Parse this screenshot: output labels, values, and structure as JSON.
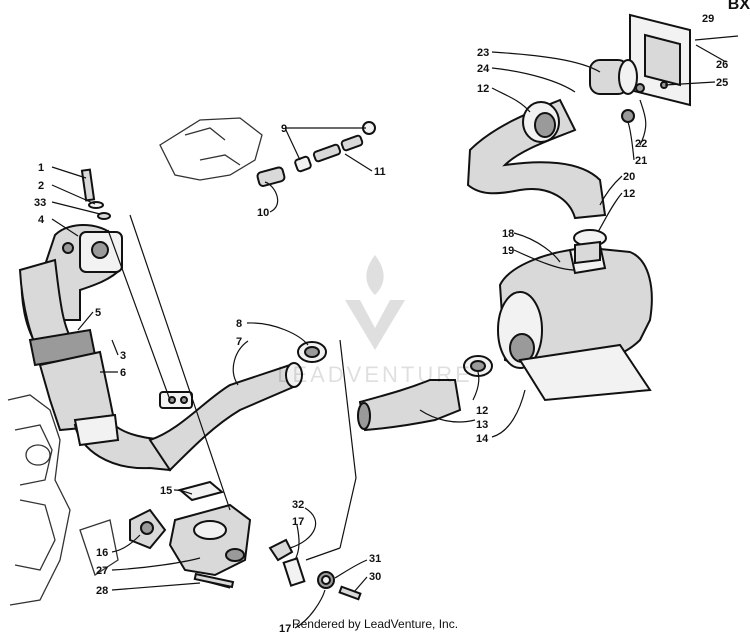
{
  "corner_code": "BX",
  "credit": "Rendered by LeadVenture, Inc.",
  "watermark": "LEADVENTURE",
  "callouts": {
    "c1": "1",
    "c2": "2",
    "c33": "33",
    "c4": "4",
    "c5": "5",
    "c3": "3",
    "c6": "6",
    "c9": "9",
    "c11": "11",
    "c10": "10",
    "c8": "8",
    "c7": "7",
    "c15": "15",
    "c16": "16",
    "c27": "27",
    "c28": "28",
    "c32": "32",
    "c17a": "17",
    "c31": "31",
    "c30": "30",
    "c17b": "17",
    "c29": "29",
    "c23": "23",
    "c24": "24",
    "c26": "26",
    "c25": "25",
    "c12a": "12",
    "c22": "22",
    "c21": "21",
    "c20": "20",
    "c12b": "12",
    "c18": "18",
    "c19": "19",
    "c12c": "12",
    "c13": "13",
    "c14": "14"
  }
}
